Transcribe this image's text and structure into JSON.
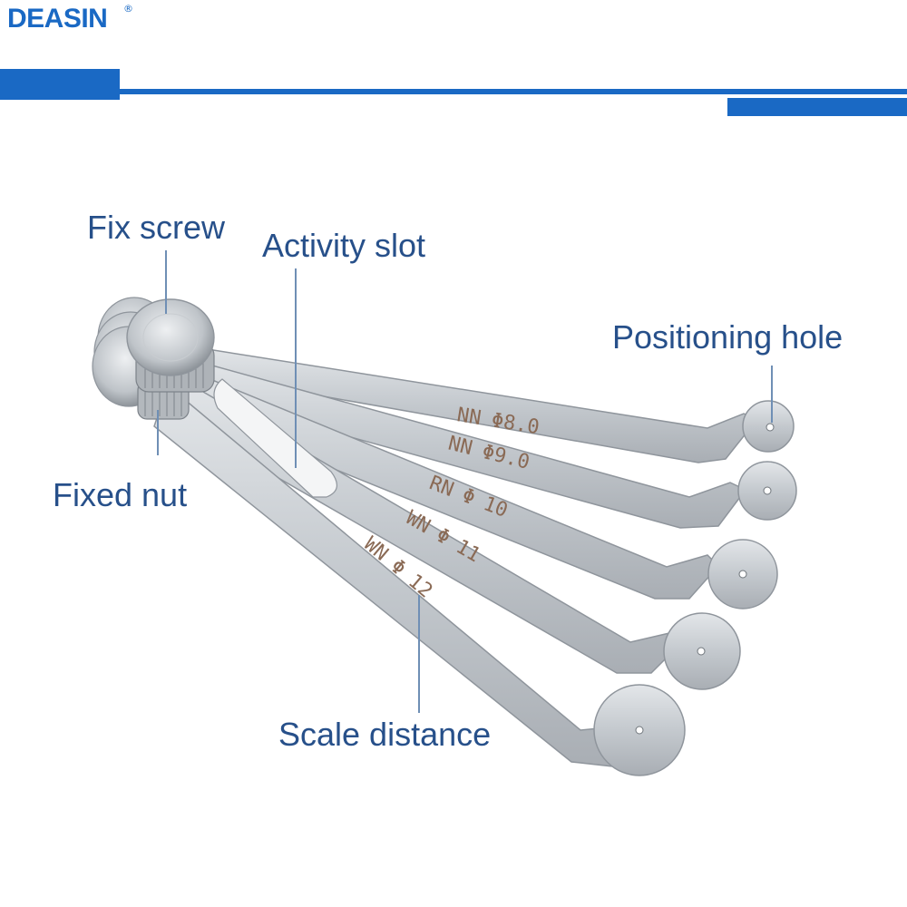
{
  "brand": {
    "name": "DEASIN",
    "registered_mark": "®",
    "color": "#1a69c4"
  },
  "labels": {
    "fix_screw": "Fix screw",
    "activity_slot": "Activity slot",
    "positioning_hole": "Positioning hole",
    "fixed_nut": "Fixed nut",
    "scale_distance": "Scale distance",
    "color": "#27508a"
  },
  "gauges": [
    {
      "name": "NN",
      "symbol": "Φ",
      "size": "8.0"
    },
    {
      "name": "NN",
      "symbol": "Φ",
      "size": "9.0"
    },
    {
      "name": "RN",
      "symbol": "Φ",
      "size": "10"
    },
    {
      "name": "WN",
      "symbol": "Φ",
      "size": "11"
    },
    {
      "name": "WN",
      "symbol": "Φ",
      "size": "12"
    }
  ],
  "colors": {
    "steel": "#c9cdd2",
    "steel_edge": "#8f959c",
    "engraving": "#8a6a55",
    "leader_line": "#6f8fb5"
  }
}
